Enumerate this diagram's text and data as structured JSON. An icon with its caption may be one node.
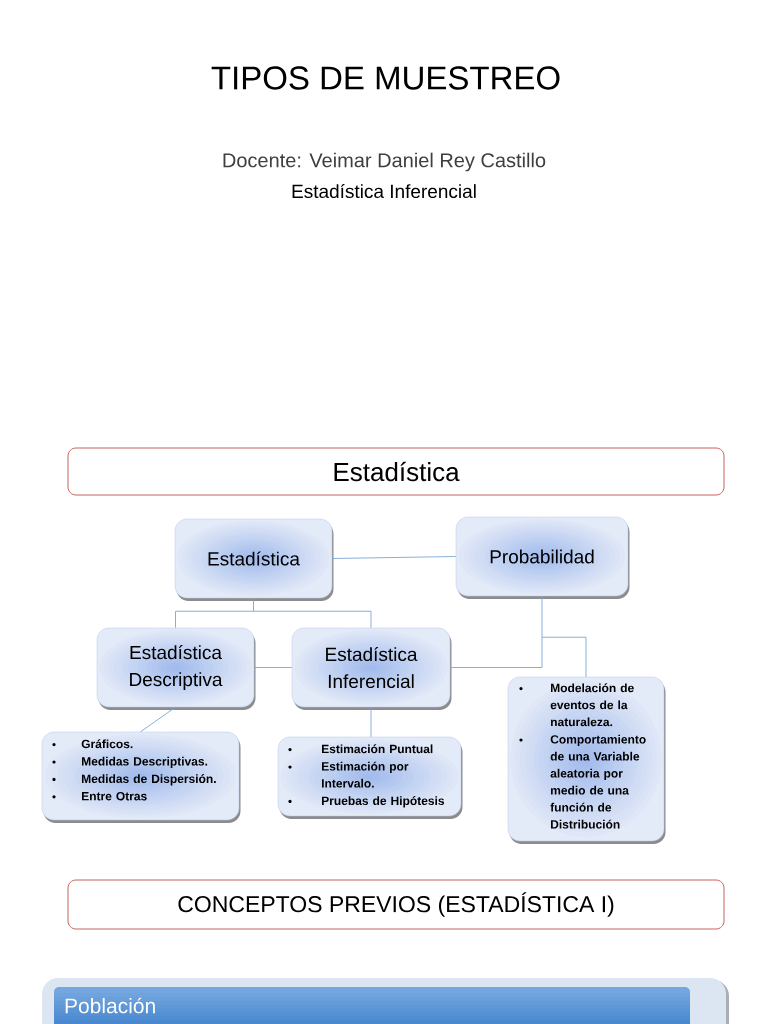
{
  "diagram": {
    "title": "TIPOS DE MUESTREO",
    "nodes": [
      {
        "text": [
          "Estadística"
        ]
      },
      {
        "text": [
          "Estadística"
        ]
      },
      {
        "text": [
          "Probabilidad"
        ]
      },
      {
        "text": [
          "Estadística Descriptiva"
        ]
      },
      {
        "text": [
          "Estadística Inferencial"
        ]
      },
      {
        "text": [
          "Gráficos.",
          "Medidas Descriptivas.",
          "Medidas de Dispersión.",
          "Entre Otras"
        ]
      },
      {
        "text": [
          "Estimación Puntual",
          "Estimación por Intervalo.",
          "Pruebas de Hipótesis"
        ]
      },
      {
        "text": [
          "Modelación de eventos de la naturaleza.",
          "Comportamiento de una Variable aleatoria por medio de una función de Distribución"
        ]
      },
      {
        "text": [
          "CONCEPTOS PREVIOS (ESTADÍSTICA I)"
        ]
      },
      {
        "text": [],
        "shape": "box"
      },
      {
        "text": [
          "Población"
        ],
        "in": 9
      }
    ],
    "edges": [
      {
        "from": 1,
        "to": 2,
        "arrow": "none"
      },
      {
        "from": 1,
        "to": 3,
        "arrow": "none"
      },
      {
        "from": 1,
        "to": 4,
        "arrow": "none"
      },
      {
        "from": 3,
        "to": 4,
        "arrow": "none"
      },
      {
        "from": 2,
        "to": 4,
        "arrow": "none"
      },
      {
        "from": 2,
        "to": 7,
        "arrow": "none"
      },
      {
        "from": 3,
        "to": 5,
        "arrow": "none"
      },
      {
        "from": 4,
        "to": 6,
        "arrow": "none"
      }
    ],
    "labels": [
      "Docente: Veimar Daniel Rey Castillo",
      "Estadística Inferencial"
    ]
  }
}
